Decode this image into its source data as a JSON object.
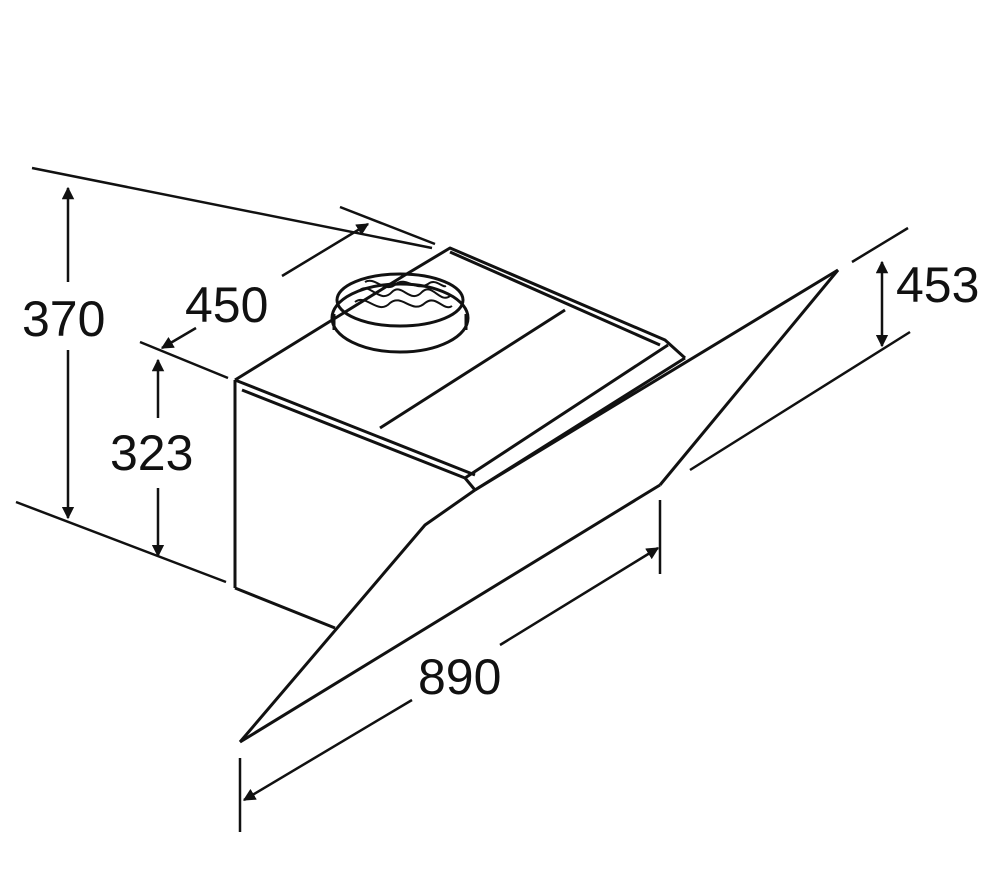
{
  "colors": {
    "line": "#111111",
    "background": "#ffffff"
  },
  "dimensions": {
    "total_height": "370",
    "depth": "450",
    "body_height": "323",
    "canopy_height": "453",
    "width": "890"
  }
}
